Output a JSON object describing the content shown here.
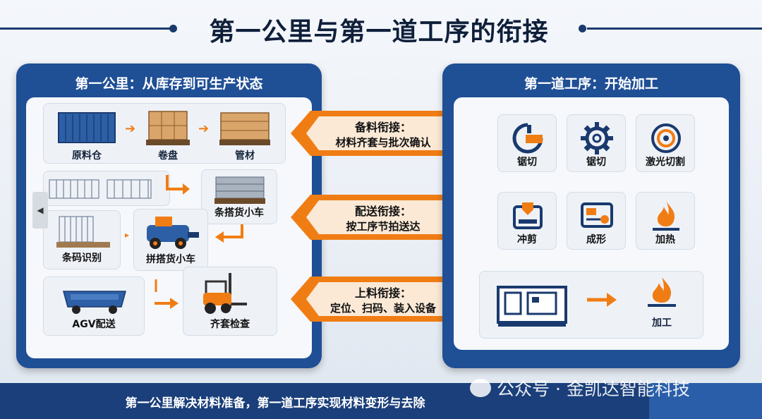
{
  "title": "第一公里与第一道工序的衔接",
  "left_panel": {
    "title": "第一公里：从库存到可生产状态",
    "items": {
      "raw_warehouse": "原料仓",
      "coil": "卷盘",
      "pipe": "管材",
      "barcode_cart": "条搭货小车",
      "barcode_id": "条码识别",
      "pick_cart": "拼搭货小车",
      "agv": "AGV配送",
      "kit_check": "齐套检查"
    }
  },
  "connectors": [
    {
      "title": "备料衔接：",
      "sub": "材料齐套与批次确认"
    },
    {
      "title": "配送衔接：",
      "sub": "按工序节拍送达"
    },
    {
      "title": "上料衔接：",
      "sub": "定位、扫码、装入设备"
    }
  ],
  "right_panel": {
    "title": "第一道工序：开始加工",
    "processes": [
      {
        "label": "锯切",
        "icon": "saw-icon"
      },
      {
        "label": "锯切",
        "icon": "gear-icon"
      },
      {
        "label": "激光切割",
        "icon": "laser-icon"
      },
      {
        "label": "冲剪",
        "icon": "punch-icon"
      },
      {
        "label": "成形",
        "icon": "forming-icon"
      },
      {
        "label": "加热",
        "icon": "flame-icon"
      }
    ],
    "final_label": "加工"
  },
  "footer": {
    "text": "第一公里解决材料准备，第一道工序实现材料变形与去除",
    "watermark": "公众号 · 金凯达智能科技"
  },
  "colors": {
    "navy": "#1f4f95",
    "orange": "#f07d14",
    "footer": "#1a3f7a"
  }
}
